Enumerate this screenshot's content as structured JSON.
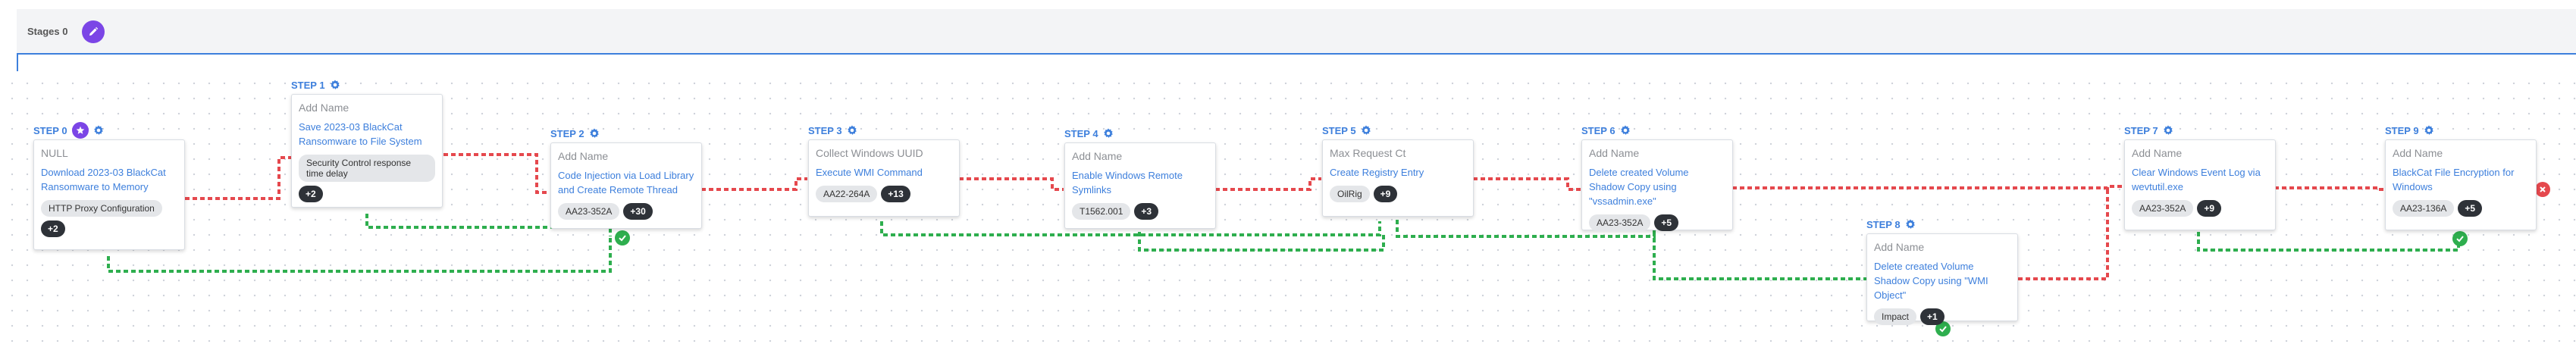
{
  "header": {
    "stages_label": "Stages 0"
  },
  "steps": [
    {
      "title": "STEP 0",
      "name": "NULL",
      "action": "Download 2023-03 BlackCat Ransomware to Memory",
      "tag": "HTTP Proxy Configuration",
      "count": "+2"
    },
    {
      "title": "STEP 1",
      "name": "Add Name",
      "action": "Save 2023-03 BlackCat Ransomware to File System",
      "tag": "Security Control response time delay",
      "count": "+2"
    },
    {
      "title": "STEP 2",
      "name": "Add Name",
      "action": "Code Injection via Load Library and Create Remote Thread",
      "tag": "AA23-352A",
      "count": "+30"
    },
    {
      "title": "STEP 3",
      "name": "Collect Windows UUID",
      "action": "Execute WMI Command",
      "tag": "AA22-264A",
      "count": "+13"
    },
    {
      "title": "STEP 4",
      "name": "Add Name",
      "action": "Enable Windows Remote Symlinks",
      "tag": "T1562.001",
      "count": "+3"
    },
    {
      "title": "STEP 5",
      "name": "Max Request Ct",
      "action": "Create Registry Entry",
      "tag": "OilRig",
      "count": "+9"
    },
    {
      "title": "STEP 6",
      "name": "Add Name",
      "action": "Delete created Volume Shadow Copy using \"vssadmin.exe\"",
      "tag": "AA23-352A",
      "count": "+5"
    },
    {
      "title": "STEP 8",
      "name": "Add Name",
      "action": "Delete created Volume Shadow Copy using \"WMI Object\"",
      "tag": "Impact",
      "count": "+1"
    },
    {
      "title": "STEP 7",
      "name": "Add Name",
      "action": "Clear Windows Event Log via wevtutil.exe",
      "tag": "AA23-352A",
      "count": "+9"
    },
    {
      "title": "STEP 9",
      "name": "Add Name",
      "action": "BlackCat File Encryption for Windows",
      "tag": "AA23-136A",
      "count": "+5"
    }
  ],
  "colors": {
    "accent": "#3d7fdc",
    "purple": "#7b45e6",
    "success": "#2eae4e",
    "failure": "#e5484d"
  },
  "icons": {
    "edit": "pencil-icon",
    "settings": "gear-icon",
    "start": "star-icon",
    "success": "check-icon",
    "failure": "close-icon"
  }
}
